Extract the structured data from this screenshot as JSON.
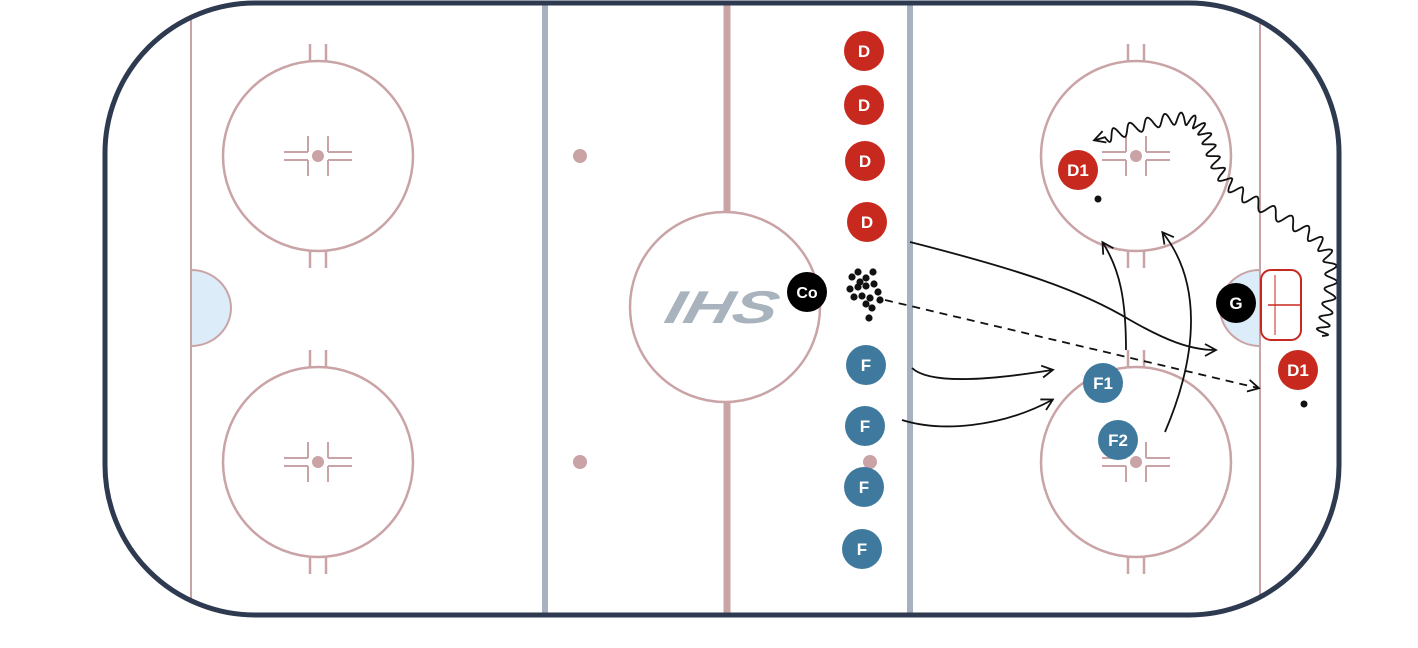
{
  "logo": {
    "text": "IHS"
  },
  "colors": {
    "boards": "#2e3a4f",
    "lines": "#c9a3a6",
    "red_line": "#c9a3a6",
    "blue_line": "#a7b2c0",
    "crease": "#dcecf8",
    "defense": "#c8291e",
    "forward": "#3f7a9e",
    "coach": "#000000",
    "goalie": "#000000",
    "path": "#111111"
  },
  "players": {
    "defense_lineup": [
      "D",
      "D",
      "D",
      "D"
    ],
    "forward_lineup": [
      "F",
      "F",
      "F",
      "F"
    ],
    "coach": "Co",
    "goalie": "G",
    "d1_top": "D1",
    "d1_bottom": "D1",
    "f1": "F1",
    "f2": "F2"
  },
  "objects": {
    "puck_pile": "puck-pile"
  }
}
